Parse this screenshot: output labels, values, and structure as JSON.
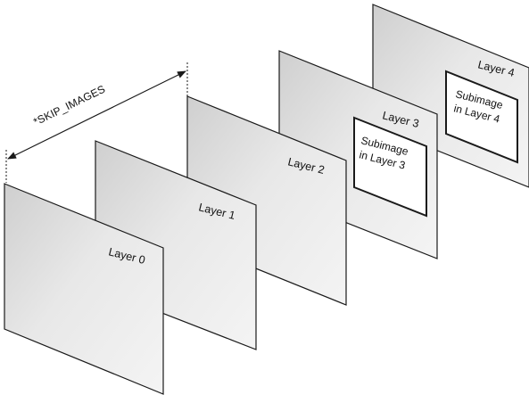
{
  "dimension": {
    "label": "*SKIP_IMAGES"
  },
  "layers": [
    {
      "label": "Layer 0"
    },
    {
      "label": "Layer 1"
    },
    {
      "label": "Layer 2"
    },
    {
      "label": "Layer 3",
      "subimage": [
        "Subimage",
        "in Layer 3"
      ]
    },
    {
      "label": "Layer 4",
      "subimage": [
        "Subimage",
        "in Layer 4"
      ]
    }
  ],
  "colors": {
    "outline": "#1a1a1a",
    "panel_light": "#f2f2f2",
    "panel_dark": "#d6d6d6"
  }
}
